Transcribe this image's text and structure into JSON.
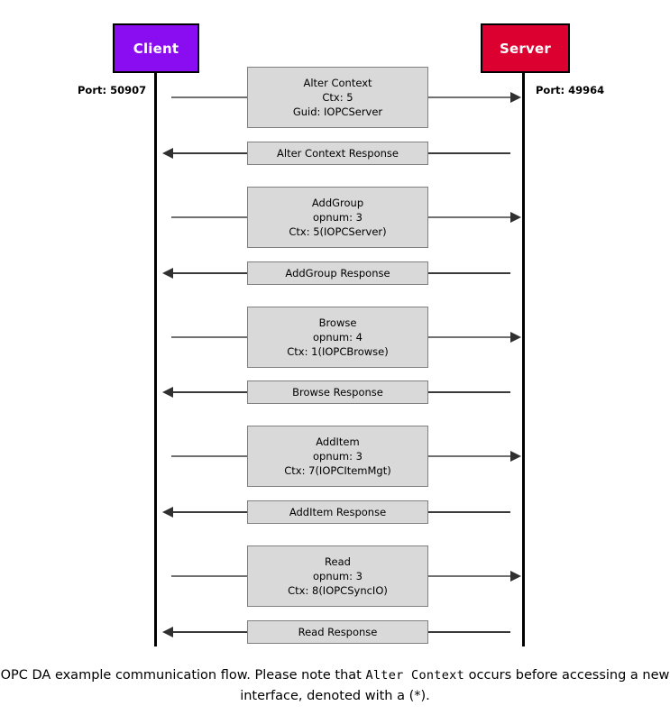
{
  "diagram": {
    "title": "OPC DA example communication flow",
    "actors": {
      "client": {
        "label": "Client",
        "color": "#8A0CF0",
        "port_label": "Port: 50907"
      },
      "server": {
        "label": "Server",
        "color": "#DC0030",
        "port_label": "Port: 49964"
      }
    },
    "message_box_color": "#d9d9d9",
    "messages": [
      {
        "direction": "request",
        "lines": [
          "Alter Context",
          "Ctx: 5",
          "Guid: IOPCServer"
        ]
      },
      {
        "direction": "response",
        "lines": [
          "Alter Context Response"
        ]
      },
      {
        "direction": "request",
        "lines": [
          "AddGroup",
          "opnum: 3",
          "Ctx: 5(IOPCServer)"
        ]
      },
      {
        "direction": "response",
        "lines": [
          "AddGroup Response"
        ]
      },
      {
        "direction": "request",
        "lines": [
          "Browse",
          "opnum: 4",
          "Ctx: 1(IOPCBrowse)"
        ]
      },
      {
        "direction": "response",
        "lines": [
          "Browse Response"
        ]
      },
      {
        "direction": "request",
        "lines": [
          "AddItem",
          "opnum: 3",
          "Ctx: 7(IOPCItemMgt)"
        ]
      },
      {
        "direction": "response",
        "lines": [
          "AddItem Response"
        ]
      },
      {
        "direction": "request",
        "lines": [
          "Read",
          "opnum: 3",
          "Ctx: 8(IOPCSyncIO)"
        ]
      },
      {
        "direction": "response",
        "lines": [
          "Read Response"
        ]
      }
    ],
    "caption": {
      "part1": "OPC DA example communication flow. Please note that ",
      "mono": "Alter Context",
      "part2": " occurs before accessing a new interface, denoted with a (*)."
    }
  }
}
